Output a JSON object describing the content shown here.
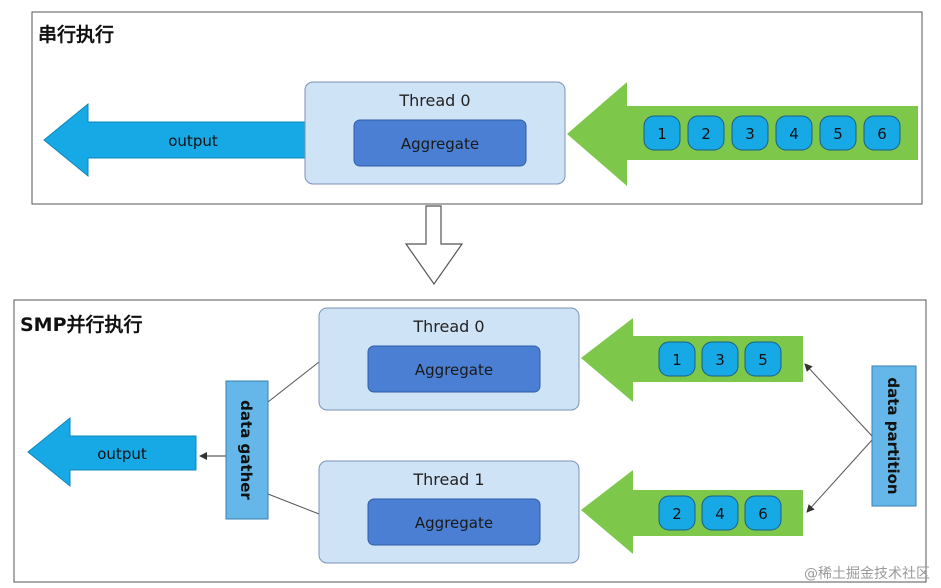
{
  "serial": {
    "title": "串行执行",
    "output_label": "output",
    "thread": {
      "label": "Thread 0",
      "op": "Aggregate"
    },
    "inputs": [
      "1",
      "2",
      "3",
      "4",
      "5",
      "6"
    ]
  },
  "smp": {
    "title": "SMP并行执行",
    "output_label": "output",
    "gather_label": "data gather",
    "partition_label": "data partition",
    "threads": [
      {
        "label": "Thread 0",
        "op": "Aggregate",
        "inputs": [
          "1",
          "3",
          "5"
        ]
      },
      {
        "label": "Thread 1",
        "op": "Aggregate",
        "inputs": [
          "2",
          "4",
          "6"
        ]
      }
    ]
  },
  "watermark": "@稀土掘金技术社区",
  "colors": {
    "output_arrow": "#17a9e6",
    "input_arrow": "#7dc84a",
    "thread_box": "#cfe3f7",
    "aggregate_box": "#4a7fd3",
    "input_chip": "#17a9e6",
    "side_bar": "#64b7e8"
  }
}
